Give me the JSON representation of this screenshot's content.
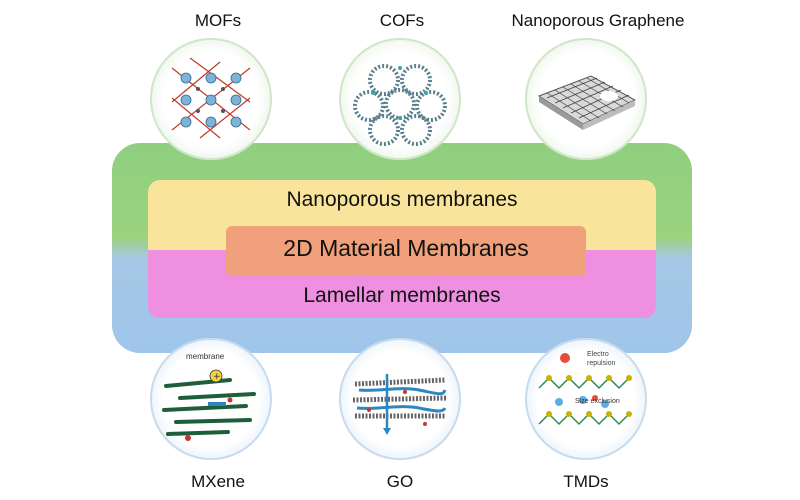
{
  "top_labels": [
    "MOFs",
    "COFs",
    "Nanoporous Graphene"
  ],
  "bottom_labels": [
    "MXene",
    "GO",
    "TMDs"
  ],
  "bands": {
    "top": "Nanoporous membranes",
    "center": "2D Material Membranes",
    "bottom": "Lamellar membranes"
  },
  "insets": {
    "mxene_membrane": "membrane",
    "tmds_repulsion": "Electro repulsion",
    "tmds_exclusion": "Size exclusion"
  },
  "colors": {
    "green_band": "#9bd37e",
    "blue_band": "#9fc5ea",
    "yellow": "#f9e49b",
    "pink": "#ef8fe0",
    "core": "#f0a07a"
  }
}
